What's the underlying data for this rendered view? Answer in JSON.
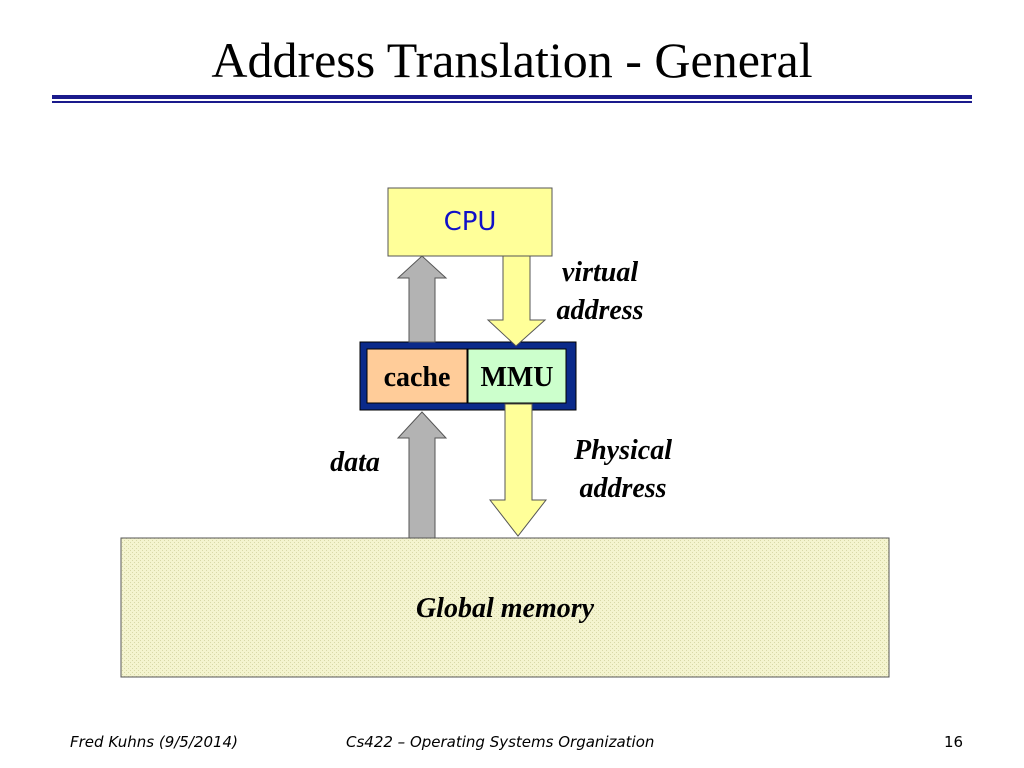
{
  "slide": {
    "title": "Address Translation - General"
  },
  "diagram": {
    "cpu": "CPU",
    "cache": "cache",
    "mmu": "MMU",
    "virtual_address": [
      "virtual",
      "address"
    ],
    "physical_address": [
      "Physical",
      "address"
    ],
    "data": "data",
    "global_memory": "Global memory"
  },
  "footer": {
    "author": "Fred Kuhns (9/5/2014)",
    "course": "Cs422 – Operating Systems Organization",
    "page": "16"
  },
  "colors": {
    "title_rule": "#1a1a8c",
    "cpu_box": "#ffff99",
    "cpu_text": "#1010c8",
    "cache_box": "#ffcc99",
    "mmu_box": "#ccffcc",
    "mmu_border": "#0b2a8a",
    "arrow_gray": "#b3b3b3",
    "arrow_yellow": "#ffff99",
    "memory_box": "#f2f2c8"
  }
}
